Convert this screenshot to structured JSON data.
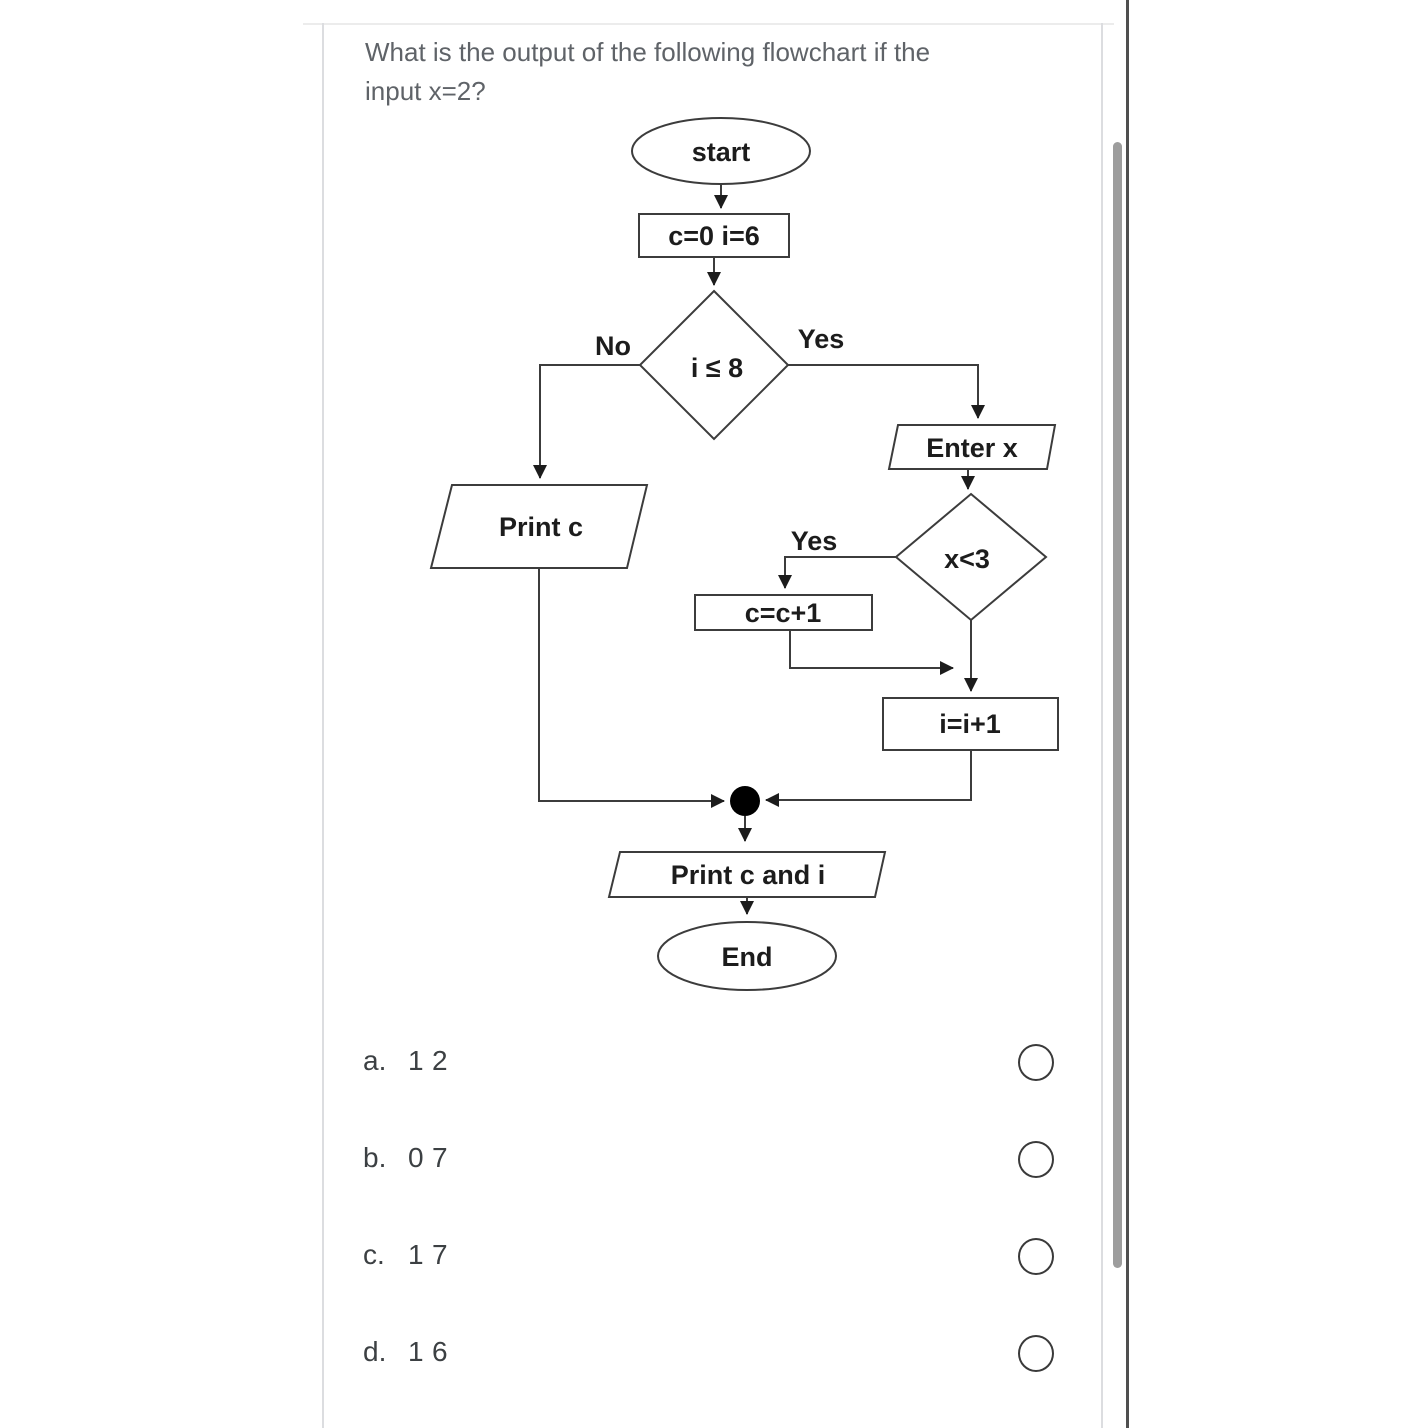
{
  "question": {
    "line1": "What is the output of the following flowchart if the",
    "line2": "input x=2?"
  },
  "flowchart": {
    "start": "start",
    "init": "c=0 i=6",
    "cond1": "i ≤ 8",
    "cond1_no": "No",
    "cond1_yes": "Yes",
    "enter_x": "Enter x",
    "cond2": "x<3",
    "cond2_yes": "Yes",
    "inc_c": "c=c+1",
    "inc_i": "i=i+1",
    "print_c": "Print c",
    "print_ci": "Print c and i",
    "end": "End"
  },
  "options": [
    {
      "letter": "a.",
      "value": "12"
    },
    {
      "letter": "b.",
      "value": "07"
    },
    {
      "letter": "c.",
      "value": "17"
    },
    {
      "letter": "d.",
      "value": "16"
    }
  ],
  "colors": {
    "flow_line": "#3c3c3c",
    "question_text": "#5f6368",
    "option_text": "#3c4043",
    "scrollbar": "#9d9d9d",
    "card_border": "#dcdde0",
    "frame_line": "#4f4f4f"
  }
}
